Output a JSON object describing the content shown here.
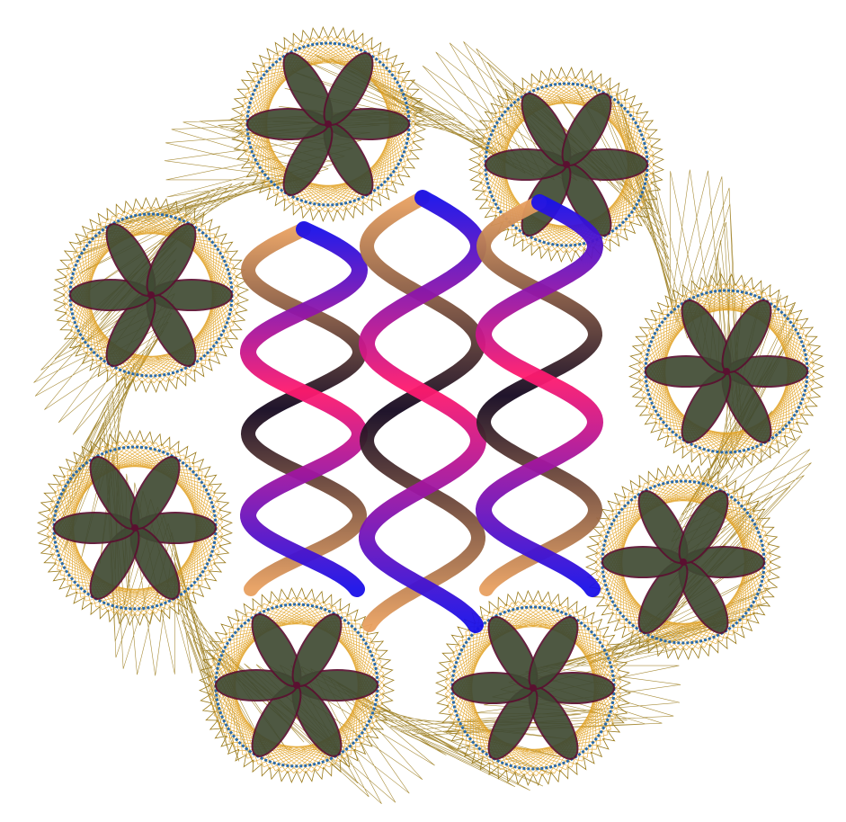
{
  "artwork": {
    "description_free": true,
    "rosette_count": 8,
    "petals_per_rosette": 6,
    "helix_count": 3,
    "colors": {
      "background": "#ffffff",
      "string_gold": "#9a7a1a",
      "string_orange": "#e0a020",
      "ring_blue": "#2a6aa8",
      "petal_fill": "#3f4a33",
      "petal_edge": "#5a1030",
      "petal_red": "#c03a2a",
      "helix_blue": "#1a10e8",
      "helix_magenta": "#ff1a6e",
      "helix_violet": "#8a10d8",
      "helix_tan": "#e8a060",
      "helix_dark": "#140820"
    }
  }
}
